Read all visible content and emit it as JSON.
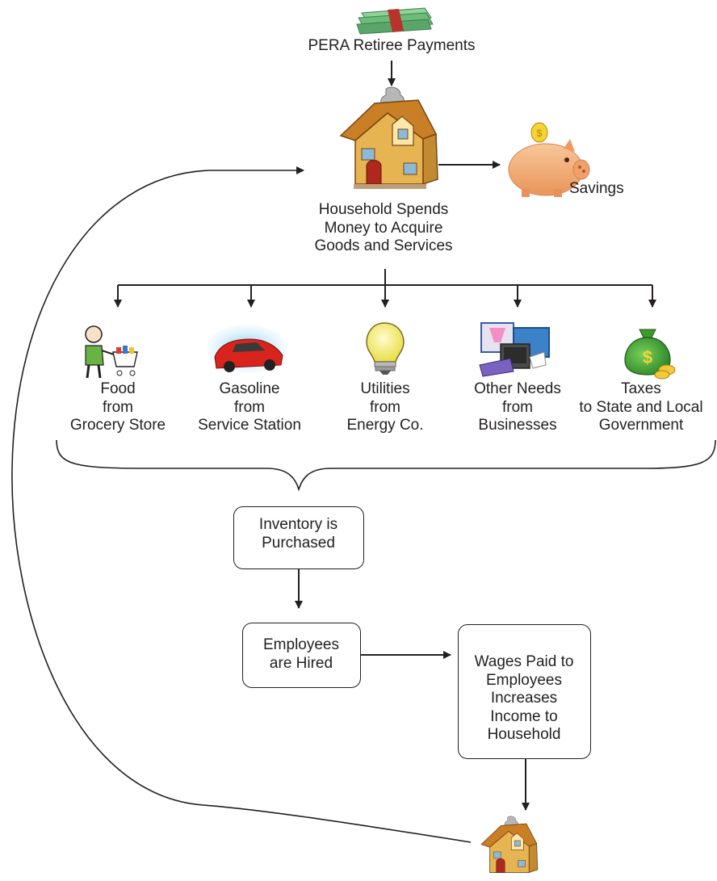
{
  "top": {
    "label": "PERA Retiree Payments"
  },
  "household": {
    "lines": [
      "Household Spends",
      "Money to Acquire",
      "Goods and Services"
    ]
  },
  "savings": {
    "label": "Savings"
  },
  "categories": [
    {
      "lines": [
        "Food",
        "from",
        "Grocery Store"
      ],
      "icon": "shopper-with-cart-icon"
    },
    {
      "lines": [
        "Gasoline",
        "from",
        "Service Station"
      ],
      "icon": "red-car-icon"
    },
    {
      "lines": [
        "Utilities",
        "from",
        "Energy Co."
      ],
      "icon": "light-bulb-icon"
    },
    {
      "lines": [
        "Other Needs",
        "from",
        "Businesses"
      ],
      "icon": "office-supplies-icon"
    },
    {
      "lines": [
        "Taxes",
        "to State and Local",
        "Government"
      ],
      "icon": "money-bag-icon"
    }
  ],
  "inventory": {
    "lines": [
      "Inventory is",
      "Purchased"
    ]
  },
  "employees": {
    "lines": [
      "Employees",
      "are Hired"
    ]
  },
  "wages": {
    "lines": [
      "Wages Paid to",
      "Employees",
      "Increases",
      "Income to",
      "Household"
    ]
  },
  "colors": {
    "ink": "#231f20",
    "money": "#5aa56a",
    "band": "#b8332b",
    "house": "#d9a23a",
    "roof": "#c97f25",
    "pig": "#f3b27a",
    "car": "#d8241c",
    "bulb": "#f4ee6c",
    "bag": "#4fa83a"
  }
}
